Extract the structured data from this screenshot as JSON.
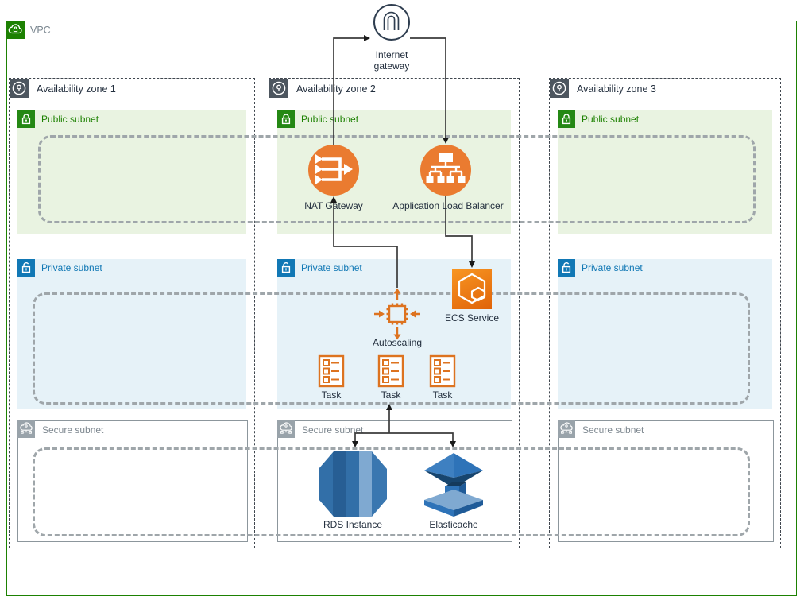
{
  "diagram_title": "VPC architecture diagram",
  "vpc": {
    "label": "VPC"
  },
  "internet_gateway": {
    "line1": "Internet",
    "line2": "gateway"
  },
  "availability_zones": [
    {
      "label": "Availability zone 1",
      "subnets": [
        {
          "label": "Public subnet"
        },
        {
          "label": "Private subnet"
        },
        {
          "label": "Secure subnet"
        }
      ]
    },
    {
      "label": "Availability zone 2",
      "subnets": [
        {
          "label": "Public subnet"
        },
        {
          "label": "Private subnet"
        },
        {
          "label": "Secure subnet"
        }
      ]
    },
    {
      "label": "Availability zone 3",
      "subnets": [
        {
          "label": "Public subnet"
        },
        {
          "label": "Private subnet"
        },
        {
          "label": "Secure subnet"
        }
      ]
    }
  ],
  "nodes": {
    "nat_gateway": {
      "label": "NAT Gateway"
    },
    "load_balancer": {
      "label": "Application Load Balancer"
    },
    "ecs_service": {
      "label": "ECS Service"
    },
    "autoscaling": {
      "label": "Autoscaling"
    },
    "tasks": [
      {
        "label": "Task"
      },
      {
        "label": "Task"
      },
      {
        "label": "Task"
      }
    ],
    "rds": {
      "label": "RDS Instance"
    },
    "elasticache": {
      "label": "Elasticache"
    }
  },
  "edges": [
    {
      "from": "NAT Gateway",
      "to": "Internet gateway"
    },
    {
      "from": "Internet gateway",
      "to": "Application Load Balancer"
    },
    {
      "from": "Application Load Balancer",
      "to": "ECS Service"
    },
    {
      "from": "Autoscaling",
      "to": "NAT Gateway"
    },
    {
      "from": "RDS Instance + Elasticache junction",
      "to": "Task"
    },
    {
      "from": "Task junction",
      "to": "RDS Instance"
    },
    {
      "from": "Task junction",
      "to": "Elasticache"
    }
  ],
  "icons": [
    "vpc-icon",
    "availability-zone-icon",
    "public-subnet-lock-icon",
    "private-subnet-lock-icon",
    "secure-subnet-cloud-icon",
    "internet-gateway-icon",
    "nat-gateway-icon",
    "load-balancer-icon",
    "ecs-service-icon",
    "autoscaling-icon",
    "task-icon",
    "rds-database-icon",
    "elasticache-icon"
  ],
  "colors": {
    "vpc_border": "#1d8102",
    "public_subnet_fill": "#E9F3E1",
    "public_accent": "#248814",
    "private_subnet_fill": "#E6F2F8",
    "private_accent": "#1178B5",
    "secure_accent": "#99A3AA",
    "az_border": "#3f464e",
    "security_group_dash": "#9FA6AA",
    "node_orange": "#EA7B30",
    "ecs_gradient_start": "#F89622",
    "ecs_gradient_end": "#E06309",
    "task_outline_orange": "#DD7320",
    "db_blue_mid": "#2E73B8",
    "db_blue_dark": "#1F5B98",
    "db_blue_light": "#7FA9D1",
    "edge_line": "#3b3b3b",
    "dark_text": "#232F3E",
    "gray_text": "#7b8790"
  }
}
